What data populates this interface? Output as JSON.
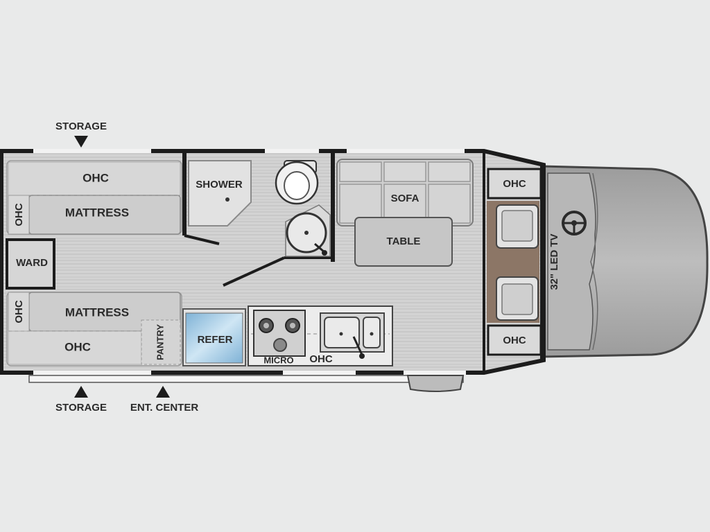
{
  "labels": {
    "storage_top": "STORAGE",
    "storage_bottom": "STORAGE",
    "ent_center": "ENT. CENTER",
    "ohc_rear_top": "OHC",
    "mattress_top": "MATTRESS",
    "ohc_side_top": "OHC",
    "ward": "WARD",
    "ohc_side_bottom": "OHC",
    "mattress_bottom": "MATTRESS",
    "ohc_rear_bottom": "OHC",
    "pantry": "PANTRY",
    "shower": "SHOWER",
    "sofa": "SOFA",
    "table": "TABLE",
    "refer": "REFER",
    "micro": "MICRO",
    "ohc_galley": "OHC",
    "ohc_front_top": "OHC",
    "ohc_front_bottom": "OHC",
    "tv": "32\" LED TV"
  },
  "colors": {
    "background": "#e9eaea",
    "wall": "#1c1c1c",
    "floor": "#cfcfcf",
    "furniture": "#c9c9c9",
    "cab_floor": "#8c7666",
    "cab_body": "#a9a9a9",
    "refer": "#a8cde6"
  },
  "icons": {
    "storage_top_marker": "triangle-down-icon",
    "storage_bottom_marker": "triangle-up-icon",
    "ent_center_marker": "triangle-up-icon",
    "toilet": "toilet-icon",
    "lavatory": "sink-icon",
    "cooktop": "stove-icon",
    "galley_sink": "double-sink-icon",
    "steering_wheel": "steering-wheel-icon"
  }
}
